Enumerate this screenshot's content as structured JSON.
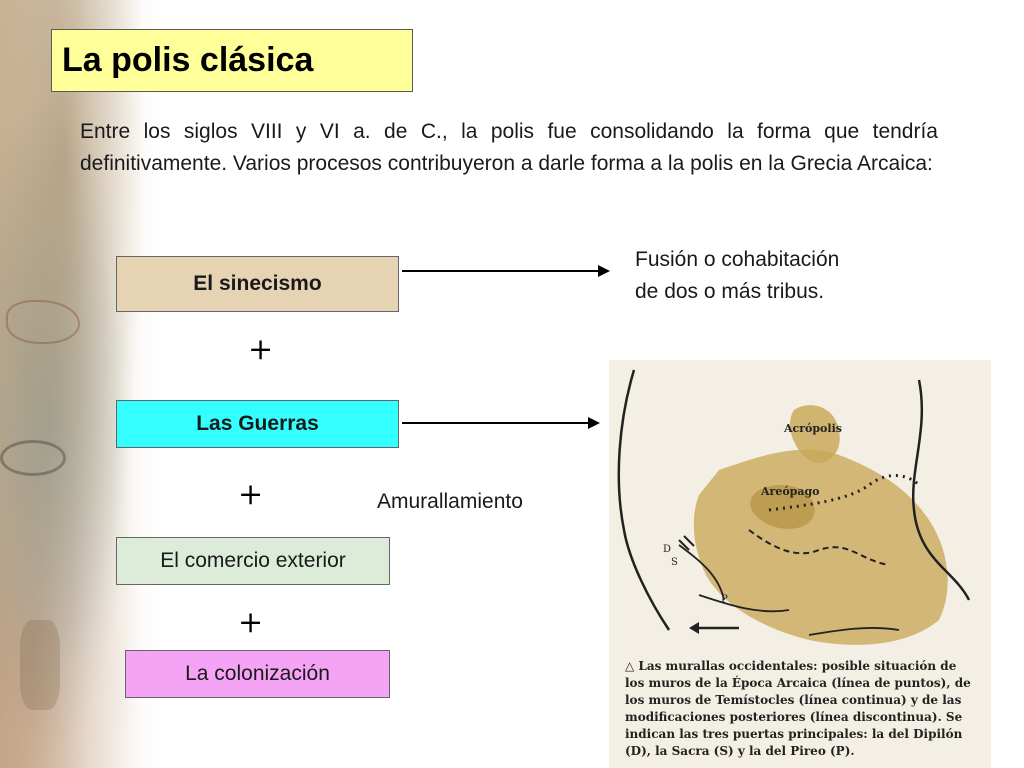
{
  "title": "La polis clásica",
  "intro": "Entre los siglos VIII y VI a. de C., la polis fue consolidando la forma que tendría definitivamente. Varios procesos contribuyeron a darle forma a la polis en la Grecia Arcaica:",
  "processes": [
    {
      "label": "El sinecismo"
    },
    {
      "label": "Las Guerras"
    },
    {
      "label": "El comercio exterior"
    },
    {
      "label": "La colonización"
    }
  ],
  "plus_sign": "+",
  "results": {
    "sinecismo": "Fusión o cohabitación de dos o más tribus.",
    "guerras": "Amurallamiento"
  },
  "map": {
    "labels": {
      "acropolis": "Acrópolis",
      "areopago": "Areópago",
      "d": "D",
      "s": "S",
      "p": "P"
    },
    "caption": "△ Las murallas occidentales: posible situación de los muros de la Época Arcaica (línea de puntos), de los muros de Temístocles (línea continua) y de las modificaciones posteriores (línea discontinua). Se indican las tres puertas principales: la del Dipilón (D), la Sacra (S) y la del Pireo (P).",
    "colors": {
      "terrain": "#c9a95a",
      "background": "#f4efe4"
    }
  },
  "colors": {
    "title_bg": "#ffff99",
    "sinecismo_bg": "#e6d3b3",
    "guerras_bg": "#33ffff",
    "comercio_bg": "#ddecd8",
    "colonizacion_bg": "#f5a3f5"
  }
}
